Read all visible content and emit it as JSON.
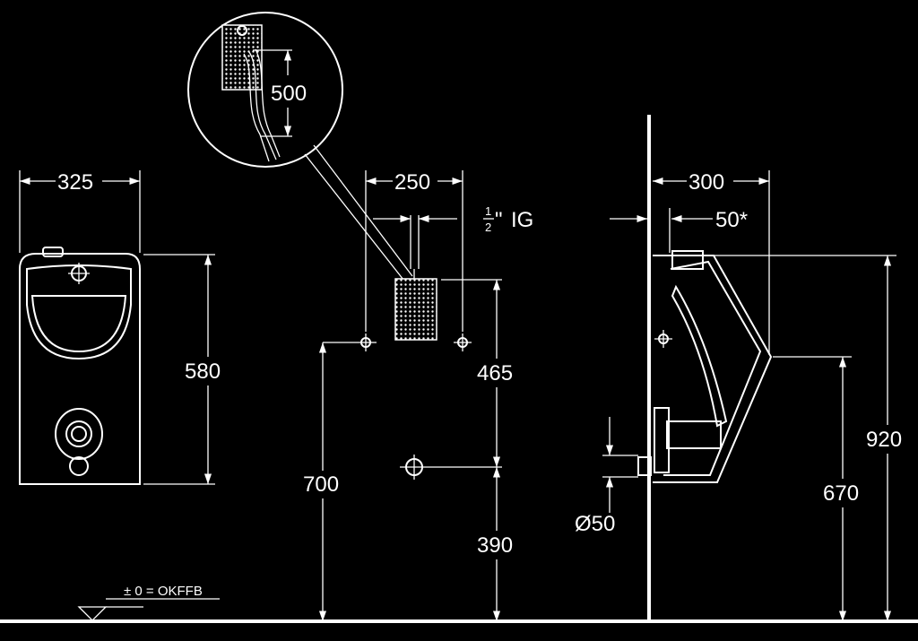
{
  "dimensions": {
    "front_width": "325",
    "front_height": "580",
    "circle_detail": "500",
    "inlet_spacing": "250",
    "thread": "IG",
    "thread_frac_num": "1",
    "thread_frac_den": "2",
    "thread_inch": "\"",
    "inlet_to_outlet": "465",
    "inlet_height": "700",
    "outlet_height": "390",
    "side_depth": "300",
    "side_offset": "50*",
    "side_height": "920",
    "side_rim_height": "670",
    "outlet_diameter": "Ø50"
  },
  "floor_label": "± 0 = OKFFB"
}
